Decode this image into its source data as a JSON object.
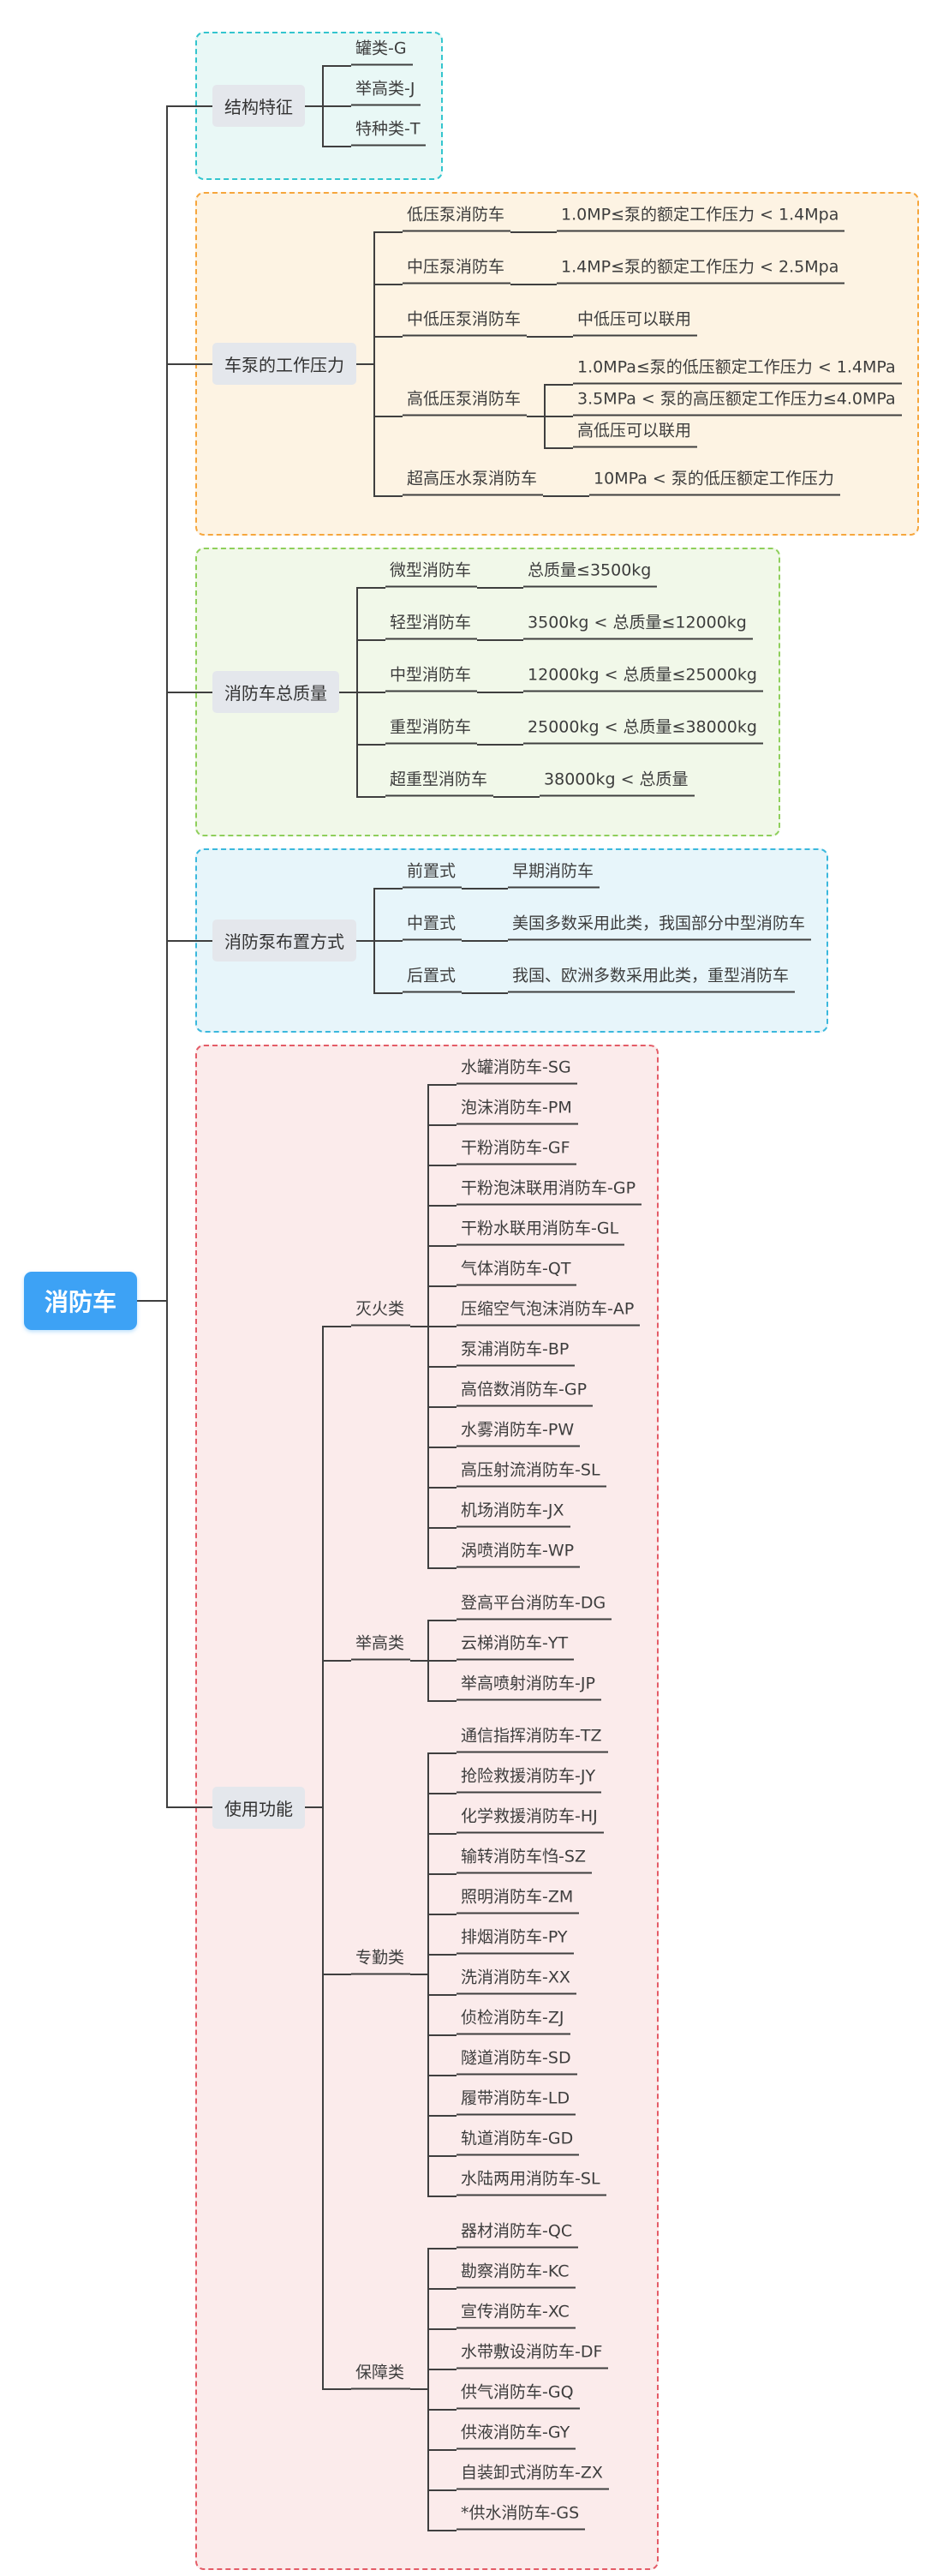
{
  "canvas": {
    "background": "#ffffff",
    "connector_color": "#3f3f3f",
    "branch_label_fill": "#e4e7ec"
  },
  "root": {
    "label": "消防车",
    "fill": "#3da2f5",
    "text_color": "#ffffff"
  },
  "branches": [
    {
      "label": "结构特征",
      "theme": {
        "border": "#33c5ce",
        "bg": "#e9f8f6"
      },
      "children": [
        {
          "label": "罐类-G"
        },
        {
          "label": "举高类-J"
        },
        {
          "label": "特种类-T"
        }
      ]
    },
    {
      "label": "车泵的工作压力",
      "theme": {
        "border": "#f6a63d",
        "bg": "#fdf3e3"
      },
      "children": [
        {
          "label": "低压泵消防车",
          "children": [
            {
              "label": "1.0MP≤泵的额定工作压力 < 1.4Mpa"
            }
          ]
        },
        {
          "label": "中压泵消防车",
          "children": [
            {
              "label": "1.4MP≤泵的额定工作压力 < 2.5Mpa"
            }
          ]
        },
        {
          "label": "中低压泵消防车",
          "children": [
            {
              "label": "中低压可以联用"
            }
          ]
        },
        {
          "label": "高低压泵消防车",
          "children": [
            {
              "label": "1.0MPa≤泵的低压额定工作压力 < 1.4MPa",
              "compact": true
            },
            {
              "label": "3.5MPa < 泵的高压额定工作压力≤4.0MPa",
              "compact": true
            },
            {
              "label": "高低压可以联用",
              "compact": true
            }
          ]
        },
        {
          "label": "超高压水泵消防车",
          "children": [
            {
              "label": "10MPa < 泵的低压额定工作压力"
            }
          ]
        }
      ]
    },
    {
      "label": "消防车总质量",
      "theme": {
        "border": "#8fcf5c",
        "bg": "#f1f8e9"
      },
      "children": [
        {
          "label": "微型消防车",
          "children": [
            {
              "label": "总质量≤3500kg"
            }
          ]
        },
        {
          "label": "轻型消防车",
          "children": [
            {
              "label": "3500kg < 总质量≤12000kg"
            }
          ]
        },
        {
          "label": "中型消防车",
          "children": [
            {
              "label": "12000kg < 总质量≤25000kg"
            }
          ]
        },
        {
          "label": "重型消防车",
          "children": [
            {
              "label": "25000kg < 总质量≤38000kg"
            }
          ]
        },
        {
          "label": "超重型消防车",
          "children": [
            {
              "label": "38000kg < 总质量"
            }
          ]
        }
      ]
    },
    {
      "label": "消防泵布置方式",
      "theme": {
        "border": "#3bb8dd",
        "bg": "#e7f5fa"
      },
      "children": [
        {
          "label": "前置式",
          "children": [
            {
              "label": "早期消防车"
            }
          ]
        },
        {
          "label": "中置式",
          "children": [
            {
              "label": "美国多数采用此类，我国部分中型消防车"
            }
          ]
        },
        {
          "label": "后置式",
          "children": [
            {
              "label": "我国、欧洲多数采用此类，重型消防车"
            }
          ]
        }
      ]
    },
    {
      "label": "使用功能",
      "theme": {
        "border": "#e45c67",
        "bg": "#fbebeb"
      },
      "children": [
        {
          "label": "灭火类",
          "children": [
            {
              "label": "水罐消防车-SG"
            },
            {
              "label": "泡沫消防车-PM"
            },
            {
              "label": "干粉消防车-GF"
            },
            {
              "label": "干粉泡沫联用消防车-GP"
            },
            {
              "label": "干粉水联用消防车-GL"
            },
            {
              "label": "气体消防车-QT"
            },
            {
              "label": "压缩空气泡沫消防车-AP"
            },
            {
              "label": "泵浦消防车-BP"
            },
            {
              "label": "高倍数消防车-GP"
            },
            {
              "label": "水雾消防车-PW"
            },
            {
              "label": "高压射流消防车-SL"
            },
            {
              "label": "机场消防车-JX"
            },
            {
              "label": "涡喷消防车-WP"
            }
          ]
        },
        {
          "label": "举高类",
          "children": [
            {
              "label": "登高平台消防车-DG"
            },
            {
              "label": "云梯消防车-YT"
            },
            {
              "label": "举高喷射消防车-JP"
            }
          ]
        },
        {
          "label": "专勤类",
          "children": [
            {
              "label": "通信指挥消防车-TZ"
            },
            {
              "label": "抢险救援消防车-JY"
            },
            {
              "label": "化学救援消防车-HJ"
            },
            {
              "label": "输转消防车㤘-SZ"
            },
            {
              "label": "照明消防车-ZM"
            },
            {
              "label": "排烟消防车-PY"
            },
            {
              "label": "洗消消防车-XX"
            },
            {
              "label": "侦检消防车-ZJ"
            },
            {
              "label": "隧道消防车-SD"
            },
            {
              "label": "履带消防车-LD"
            },
            {
              "label": "轨道消防车-GD"
            },
            {
              "label": "水陆两用消防车-SL"
            }
          ]
        },
        {
          "label": "保障类",
          "children": [
            {
              "label": "器材消防车-QC"
            },
            {
              "label": "勘察消防车-KC"
            },
            {
              "label": "宣传消防车-XC"
            },
            {
              "label": "水带敷设消防车-DF"
            },
            {
              "label": "供气消防车-GQ"
            },
            {
              "label": "供液消防车-GY"
            },
            {
              "label": "自装卸式消防车-ZX"
            },
            {
              "label": "*供水消防车-GS"
            }
          ]
        }
      ]
    }
  ]
}
